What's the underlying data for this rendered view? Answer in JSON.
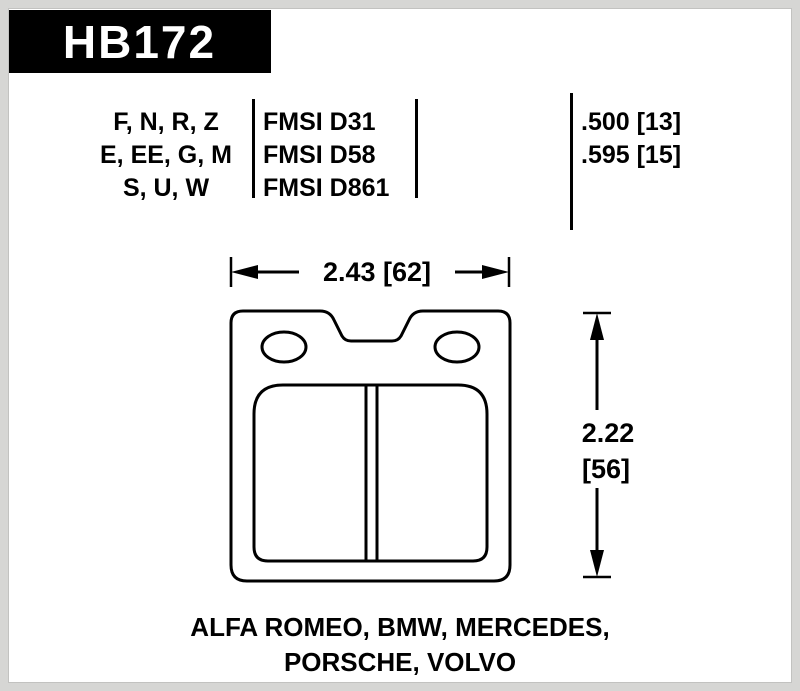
{
  "part_number": "HB172",
  "spec_table": {
    "rows": [
      {
        "compounds": "F, N, R, Z",
        "fmsi": "FMSI D31",
        "thickness": ".500 [13]"
      },
      {
        "compounds": "E, EE, G, M",
        "fmsi": "FMSI D58",
        "thickness": ".595 [15]"
      },
      {
        "compounds": "S, U, W",
        "fmsi": "FMSI D861",
        "thickness": ""
      }
    ]
  },
  "dimensions": {
    "width": "2.43 [62]",
    "height_value": "2.22",
    "height_mm": "[56]"
  },
  "applications": {
    "line1": "ALFA ROMEO, BMW, MERCEDES,",
    "line2": "PORSCHE, VOLVO"
  }
}
